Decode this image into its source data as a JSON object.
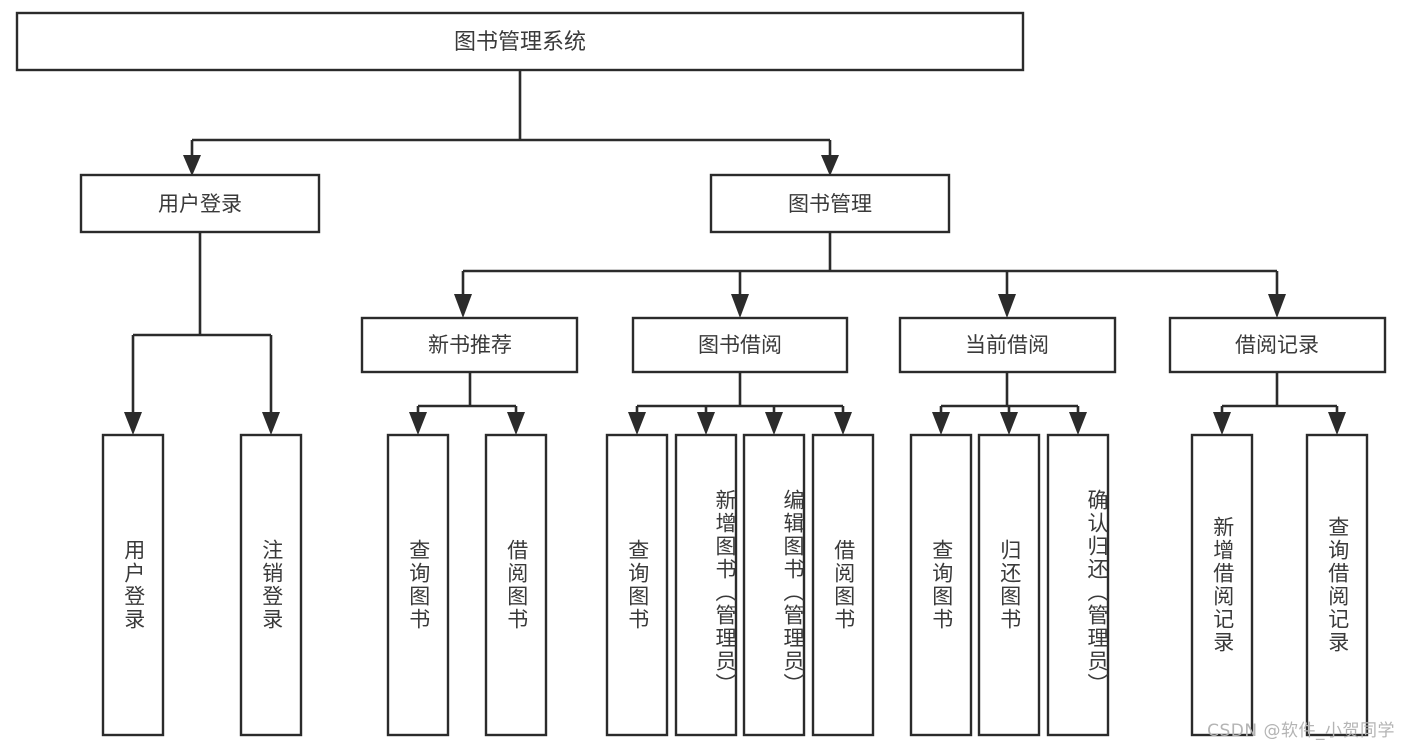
{
  "diagram": {
    "type": "tree-hierarchy-chart",
    "title": "图书管理系统",
    "orientation": "top-down",
    "colors": {
      "box_stroke": "#2b2b2b",
      "box_fill": "#ffffff",
      "text": "#3a3a3a",
      "connector": "#2b2b2b",
      "background": "#ffffff",
      "watermark": "#b4b4b4"
    },
    "root": {
      "label": "图书管理系统"
    },
    "level2": [
      {
        "label": "用户登录"
      },
      {
        "label": "图书管理"
      }
    ],
    "level3": [
      {
        "label": "新书推荐"
      },
      {
        "label": "图书借阅"
      },
      {
        "label": "当前借阅"
      },
      {
        "label": "借阅记录"
      }
    ],
    "leaves": {
      "user_login": [
        {
          "label": "用户登录"
        },
        {
          "label": "注销登录"
        }
      ],
      "new_book_recommend": [
        {
          "label": "查询图书"
        },
        {
          "label": "借阅图书"
        }
      ],
      "book_borrow": [
        {
          "label": "查询图书"
        },
        {
          "label": "新增图书（管理员）"
        },
        {
          "label": "编辑图书（管理员）"
        },
        {
          "label": "借阅图书"
        }
      ],
      "current_borrow": [
        {
          "label": "查询图书"
        },
        {
          "label": "归还图书"
        },
        {
          "label": "确认归还（管理员）"
        }
      ],
      "borrow_records": [
        {
          "label": "新增借阅记录"
        },
        {
          "label": "查询借阅记录"
        }
      ]
    }
  },
  "watermark": {
    "text": "CSDN @软件_小贺同学"
  }
}
